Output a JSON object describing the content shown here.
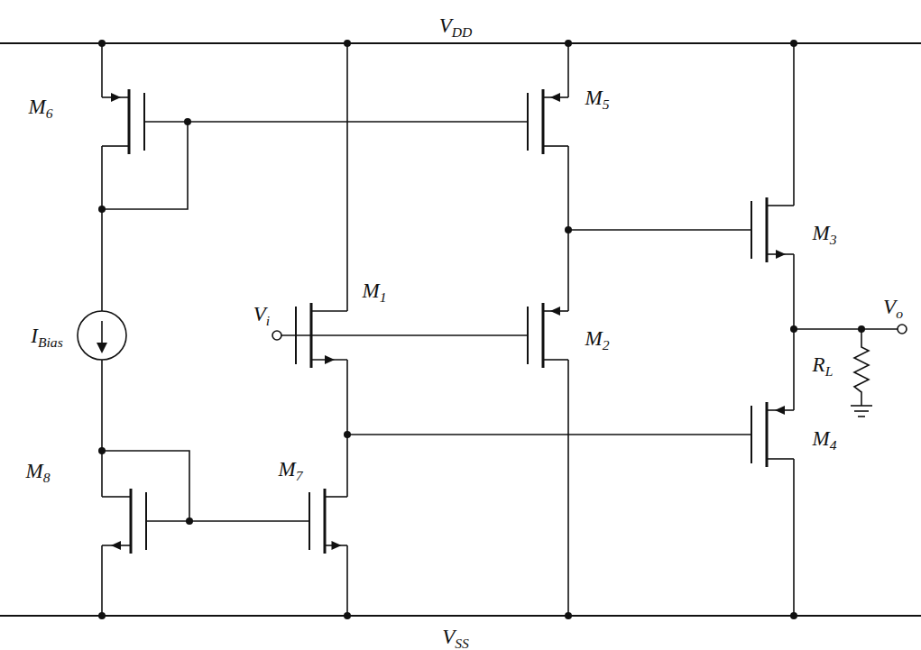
{
  "diagram": {
    "labels": [
      "VDD",
      "M6",
      "M5",
      "M3",
      "Vi",
      "M1",
      "M2",
      "Vo",
      "IBias",
      "RL",
      "M4",
      "M8",
      "M7",
      "VSS"
    ]
  }
}
